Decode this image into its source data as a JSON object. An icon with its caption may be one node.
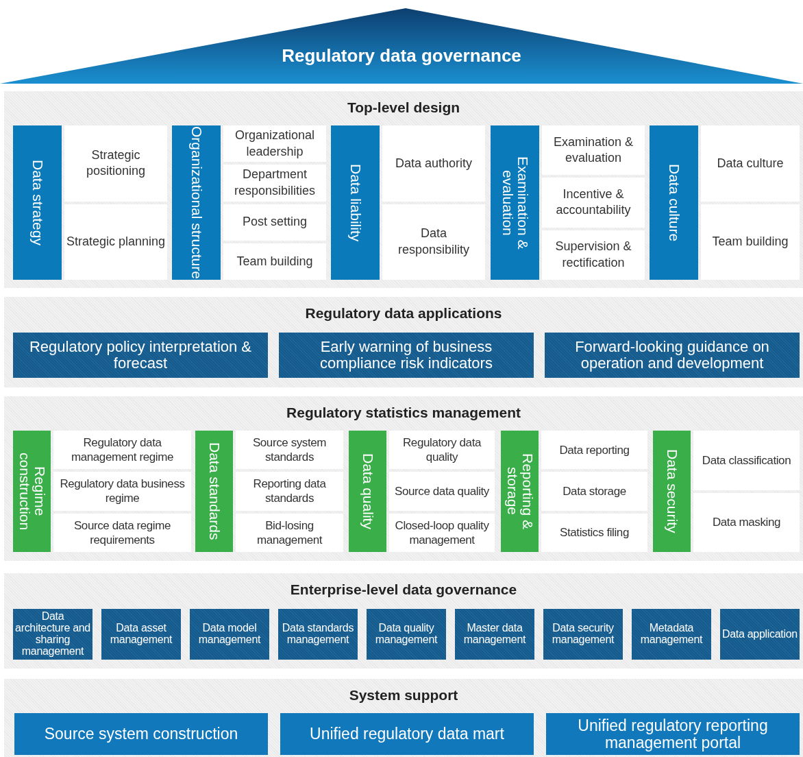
{
  "diagram": {
    "nodes": [
      {
        "text": [
          "Regulatory data governance"
        ]
      },
      {
        "text": [
          "Top-level design"
        ]
      },
      {
        "text": [
          "Data strategy"
        ],
        "in": 1
      },
      {
        "text": [
          "Strategic positioning"
        ],
        "in": 1
      },
      {
        "text": [
          "Strategic planning"
        ],
        "in": 1
      },
      {
        "text": [
          "Organizational structure"
        ],
        "in": 1
      },
      {
        "text": [
          "Organizational leadership"
        ],
        "in": 1
      },
      {
        "text": [
          "Department responsibilities"
        ],
        "in": 1
      },
      {
        "text": [
          "Post setting"
        ],
        "in": 1
      },
      {
        "text": [
          "Team building"
        ],
        "in": 1
      },
      {
        "text": [
          "Data liability"
        ],
        "in": 1
      },
      {
        "text": [
          "Data authority"
        ],
        "in": 1
      },
      {
        "text": [
          "Data responsibility"
        ],
        "in": 1
      },
      {
        "text": [
          "Examination & evaluation"
        ],
        "in": 1
      },
      {
        "text": [
          "Examination & evaluation"
        ],
        "in": 1
      },
      {
        "text": [
          "Incentive & accountability"
        ],
        "in": 1
      },
      {
        "text": [
          "Supervision & rectification"
        ],
        "in": 1
      },
      {
        "text": [
          "Data culture"
        ],
        "in": 1
      },
      {
        "text": [
          "Data culture"
        ],
        "in": 1
      },
      {
        "text": [
          "Team building"
        ],
        "in": 1
      },
      {
        "text": [
          "Regulatory data applications"
        ]
      },
      {
        "text": [
          "Regulatory policy interpretation & forecast"
        ],
        "in": 20
      },
      {
        "text": [
          "Early warning of business compliance risk indicators"
        ],
        "in": 20
      },
      {
        "text": [
          "Forward-looking guidance on operation and development"
        ],
        "in": 20
      },
      {
        "text": [
          "Regulatory statistics management"
        ]
      },
      {
        "text": [
          "Regime construction"
        ],
        "in": 24
      },
      {
        "text": [
          "Regulatory data management regime"
        ],
        "in": 24
      },
      {
        "text": [
          "Regulatory data business regime"
        ],
        "in": 24
      },
      {
        "text": [
          "Source data regime requirements"
        ],
        "in": 24
      },
      {
        "text": [
          "Data standards"
        ],
        "in": 24
      },
      {
        "text": [
          "Source system standards"
        ],
        "in": 24
      },
      {
        "text": [
          "Reporting data standards"
        ],
        "in": 24
      },
      {
        "text": [
          "Bid-losing management"
        ],
        "in": 24
      },
      {
        "text": [
          "Data quality"
        ],
        "in": 24
      },
      {
        "text": [
          "Regulatory data quality"
        ],
        "in": 24
      },
      {
        "text": [
          "Source data quality"
        ],
        "in": 24
      },
      {
        "text": [
          "Closed-loop quality management"
        ],
        "in": 24
      },
      {
        "text": [
          "Reporting & storage"
        ],
        "in": 24
      },
      {
        "text": [
          "Data reporting"
        ],
        "in": 24
      },
      {
        "text": [
          "Data storage"
        ],
        "in": 24
      },
      {
        "text": [
          "Statistics filing"
        ],
        "in": 24
      },
      {
        "text": [
          "Data security"
        ],
        "in": 24
      },
      {
        "text": [
          "Data classification"
        ],
        "in": 24
      },
      {
        "text": [
          "Data masking"
        ],
        "in": 24
      },
      {
        "text": [
          "Enterprise-level data governance"
        ]
      },
      {
        "text": [
          "Data architecture and sharing management"
        ],
        "in": 44
      },
      {
        "text": [
          "Data asset management"
        ],
        "in": 44
      },
      {
        "text": [
          "Data model management"
        ],
        "in": 44
      },
      {
        "text": [
          "Data standards management"
        ],
        "in": 44
      },
      {
        "text": [
          "Data quality management"
        ],
        "in": 44
      },
      {
        "text": [
          "Master data management"
        ],
        "in": 44
      },
      {
        "text": [
          "Data security management"
        ],
        "in": 44
      },
      {
        "text": [
          "Metadata management"
        ],
        "in": 44
      },
      {
        "text": [
          "Data application"
        ],
        "in": 44
      },
      {
        "text": [
          "System support"
        ]
      },
      {
        "text": [
          "Source system construction"
        ],
        "in": 54
      },
      {
        "text": [
          "Unified regulatory data mart"
        ],
        "in": 54
      },
      {
        "text": [
          "Unified regulatory reporting management portal"
        ],
        "in": 54
      }
    ]
  }
}
